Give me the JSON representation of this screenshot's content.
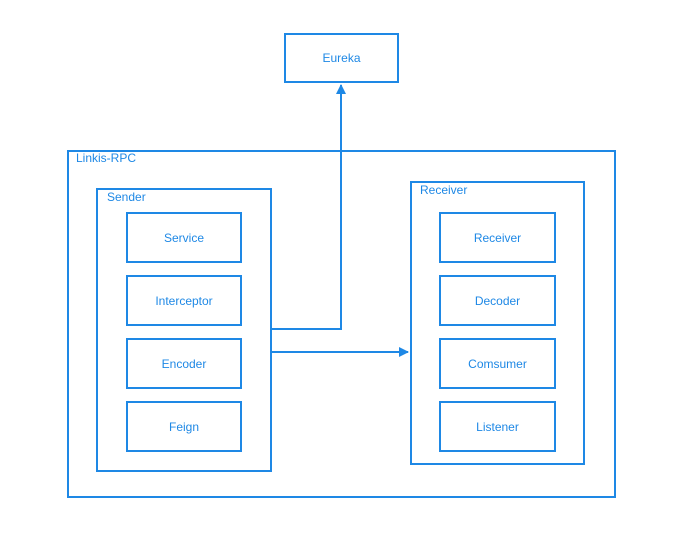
{
  "eureka": {
    "label": "Eureka"
  },
  "outer": {
    "label": "Linkis-RPC"
  },
  "sender": {
    "label": "Sender",
    "items": [
      "Service",
      "Interceptor",
      "Encoder",
      "Feign"
    ]
  },
  "receiver": {
    "label": "Receiver",
    "items": [
      "Receiver",
      "Decoder",
      "Comsumer",
      "Listener"
    ]
  },
  "colors": {
    "accent": "#1e88e5"
  }
}
